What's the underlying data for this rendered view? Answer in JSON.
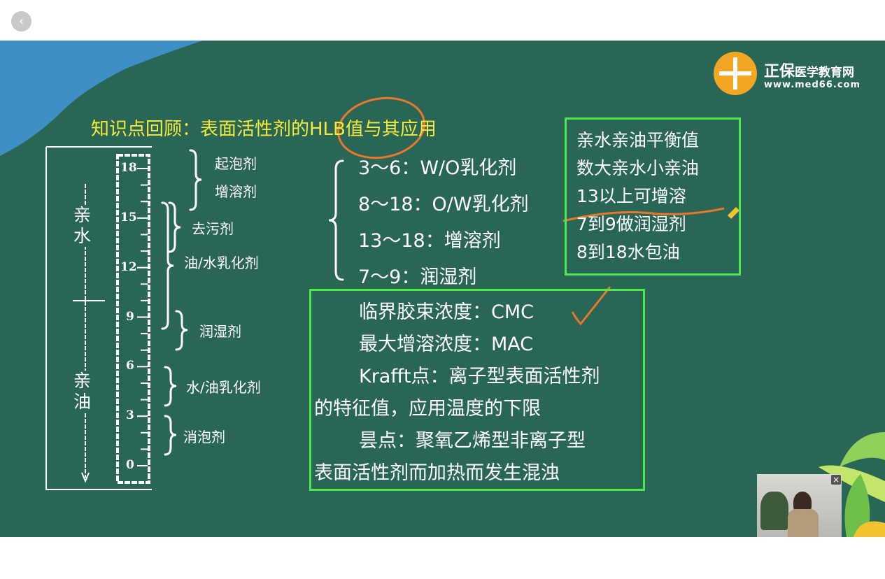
{
  "nav": {
    "back_icon": "chevron-left-icon"
  },
  "logo": {
    "name": "正保医学教育网",
    "brand": "正保",
    "sub": "医学教育网",
    "url": "www.med66.com"
  },
  "title": "知识点回顾：表面活性剂的HLB值与其应用",
  "scale": {
    "ticks": [
      "18",
      "15",
      "12",
      "9",
      "6",
      "3",
      "0"
    ],
    "hydrophilic": "亲水",
    "lipophilic": "亲油",
    "labels": [
      "起泡剂",
      "增溶剂",
      "去污剂",
      "油/水乳化剂",
      "润湿剂",
      "水/油乳化剂",
      "消泡剂"
    ]
  },
  "ranges": [
    "3～6：W/O乳化剂",
    "8～18：O/W乳化剂",
    "13～18：增溶剂",
    "7～9：润湿剂"
  ],
  "mnemonic": [
    "亲水亲油平衡值",
    "数大亲水小亲油",
    "13以上可增溶",
    "7到9做润湿剂",
    "8到18水包油"
  ],
  "definitions": [
    "临界胶束浓度：CMC",
    "最大增溶浓度：MAC",
    "Krafft点：离子型表面活性剂",
    "的特征值，应用温度的下限",
    "昙点：聚氧乙烯型非离子型",
    "表面活性剂而加热而发生混浊"
  ],
  "colors": {
    "board": "#2a6656",
    "title": "#f5e93a",
    "box": "#4cea4c",
    "annotation": "#e8782a"
  }
}
